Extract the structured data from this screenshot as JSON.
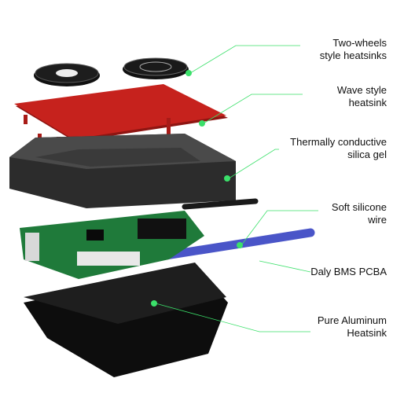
{
  "callouts": [
    {
      "line1": "Two-wheels",
      "line2": "style heatsinks"
    },
    {
      "line1": "Wave style",
      "line2": "heatsink"
    },
    {
      "line1": "Thermally conductive",
      "line2": "silica gel"
    },
    {
      "line1": "Soft silicone",
      "line2": "wire"
    },
    {
      "line1": "Daly BMS PCBA",
      "line2": ""
    },
    {
      "line1": "Pure Aluminum",
      "line2": "Heatsink"
    }
  ],
  "colors": {
    "red_heatsink": "#c6221d",
    "rubber_case": "#3a3a3a",
    "pcb": "#1f7a3a",
    "aluminum_plate": "#151515",
    "wire": "#4a55c8",
    "leader_line": "#3be06a"
  }
}
